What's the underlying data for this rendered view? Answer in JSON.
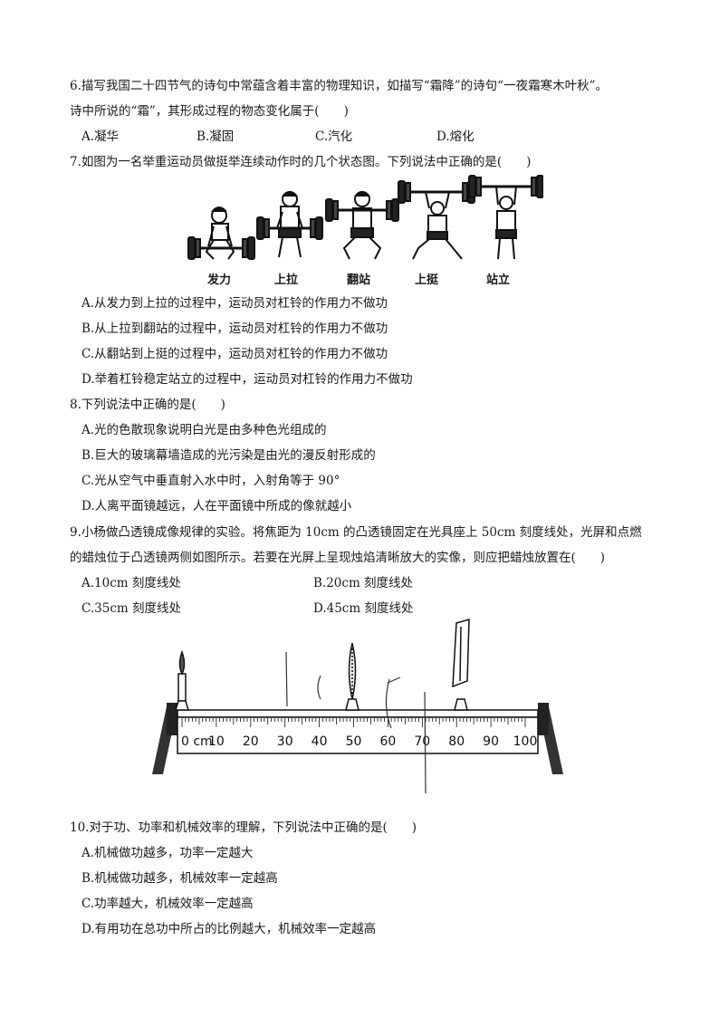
{
  "q6": {
    "stem_line1": "6.描写我国二十四节气的诗句中常蕴含着丰富的物理知识，如描写“霜降”的诗句“一夜霜寒木叶秋”。",
    "stem_line2": "诗中所说的“霜”，其形成过程的物态变化属于(　　)",
    "options": [
      "A.凝华",
      "B.凝固",
      "C.汽化",
      "D.熔化"
    ]
  },
  "q7": {
    "stem": "7.如图为一名举重运动员做挺举连续动作时的几个状态图。下列说法中正确的是(　　)",
    "captions": [
      "发力",
      "上拉",
      "翻站",
      "上挺",
      "站立"
    ],
    "options": [
      "A.从发力到上拉的过程中，运动员对杠铃的作用力不做功",
      "B.从上拉到翻站的过程中，运动员对杠铃的作用力不做功",
      "C.从翻站到上挺的过程中，运动员对杠铃的作用力不做功",
      "D.举着杠铃稳定站立的过程中，运动员对杠铃的作用力不做功"
    ]
  },
  "q8": {
    "stem": "8.下列说法中正确的是(　　)",
    "options": [
      "A.光的色散现象说明白光是由多种色光组成的",
      "B.巨大的玻璃幕墙造成的光污染是由光的漫反射形成的",
      "C.光从空气中垂直射入水中时，入射角等于 90°",
      "D.人离平面镜越远，人在平面镜中所成的像就越小"
    ]
  },
  "q9": {
    "stem_line1": "9.小杨做凸透镜成像规律的实验。将焦距为 10cm 的凸透镜固定在光具座上 50cm 刻度线处，光屏和点燃",
    "stem_line2": "的蜡烛位于凸透镜两侧如图所示。若要在光屏上呈现烛焰清晰放大的实像，则应把蜡烛放置在(　　)",
    "options": [
      "A.10cm 刻度线处",
      "B.20cm 刻度线处",
      "C.35cm 刻度线处",
      "D.45cm 刻度线处"
    ],
    "ruler_labels": [
      "0 cm",
      "10",
      "20",
      "30",
      "40",
      "50",
      "60",
      "70",
      "80",
      "90",
      "100"
    ]
  },
  "q10": {
    "stem": "10.对于功、功率和机械效率的理解，下列说法中正确的是(　　)",
    "options": [
      "A.机械做功越多，功率一定越大",
      "B.机械做功越多，机械效率一定越高",
      "C.功率越大，机械效率一定越高",
      "D.有用功在总功中所占的比例越大，机械效率一定越高"
    ]
  }
}
